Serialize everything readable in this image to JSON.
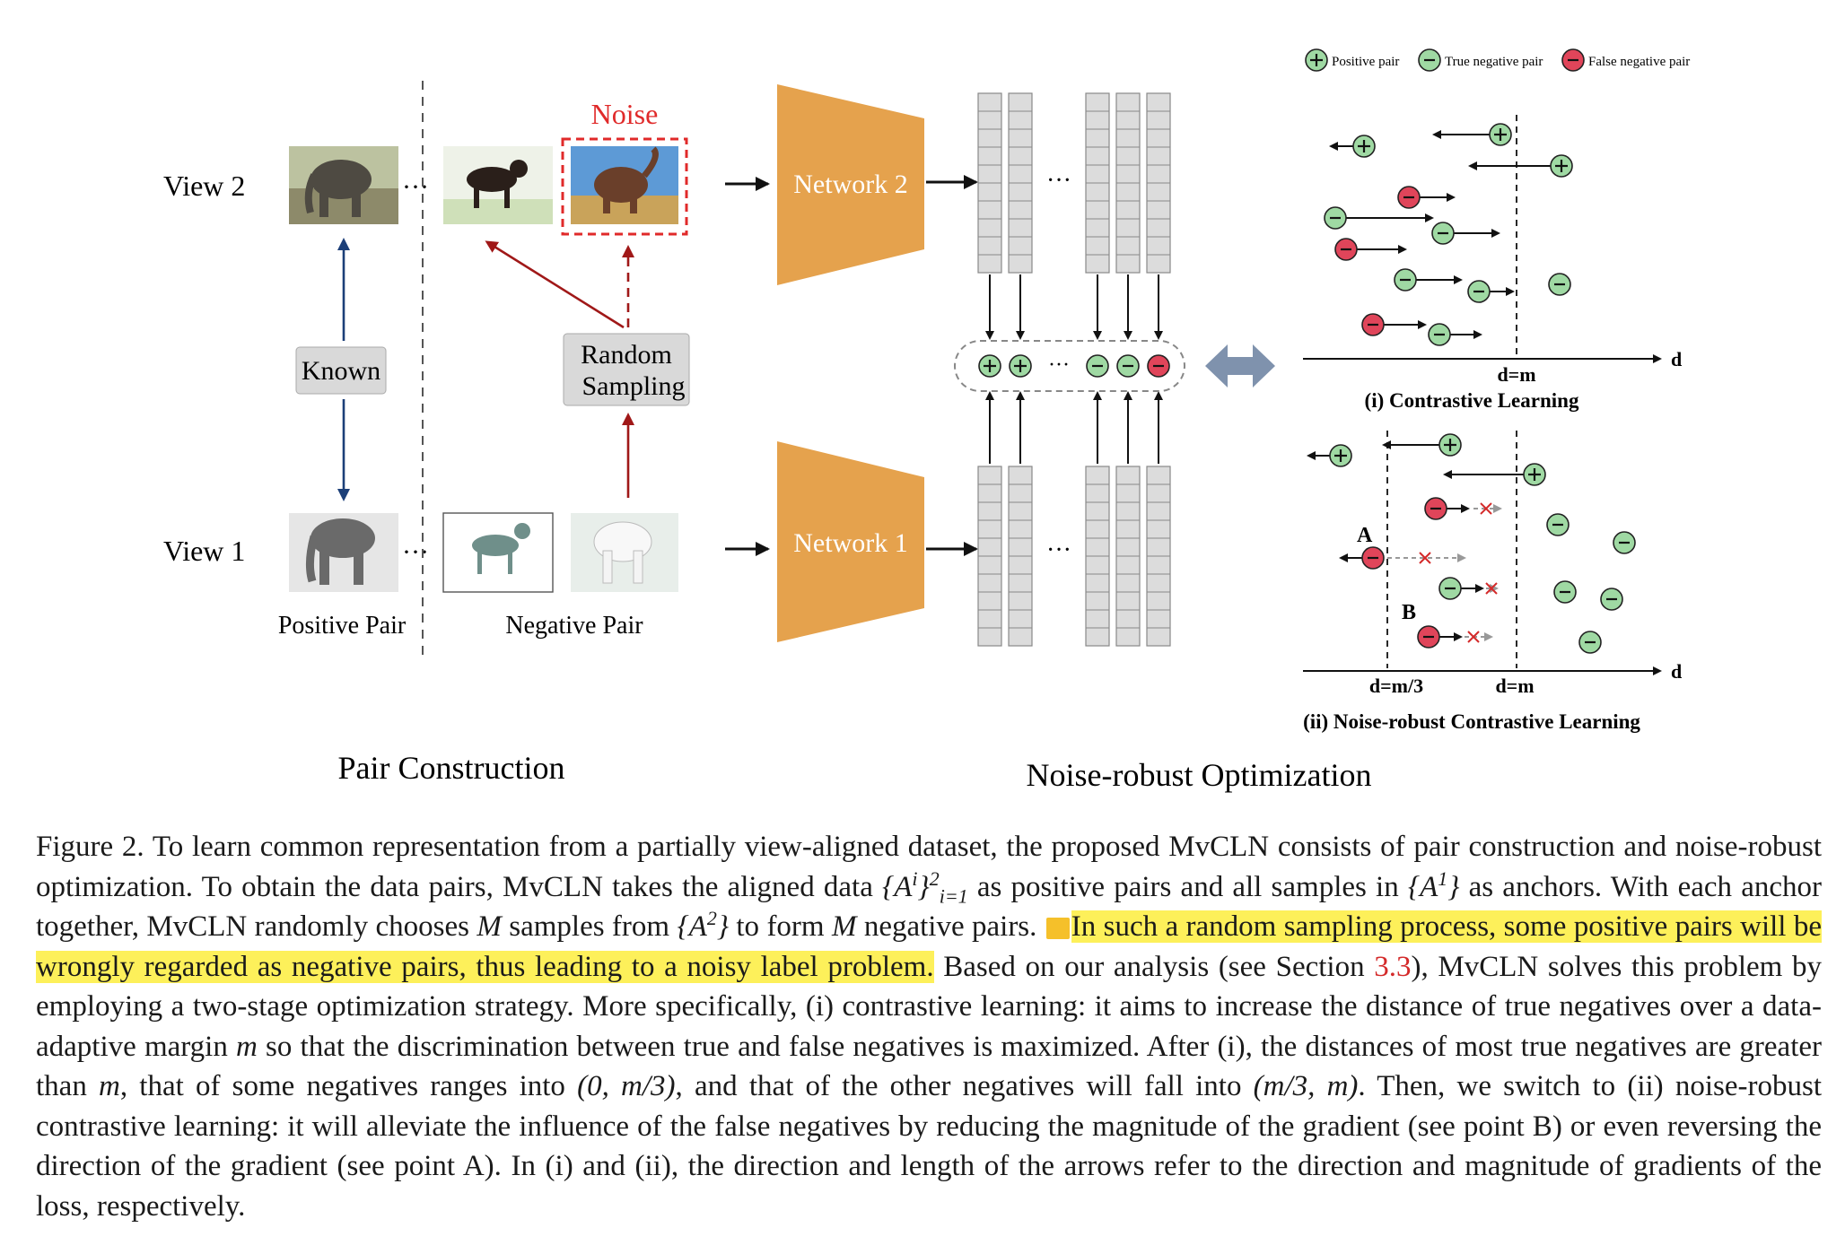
{
  "figure": {
    "pair_construction": {
      "view2_label": "View 2",
      "view1_label": "View 1",
      "known_label": "Known",
      "noise_label": "Noise",
      "random_label_1": "Random",
      "random_label_2": "Sampling",
      "positive_pair_label": "Positive Pair",
      "negative_pair_label": "Negative Pair",
      "section_title": "Pair Construction"
    },
    "networks": {
      "network2_label": "Network 2",
      "network1_label": "Network 1",
      "ellipsis": "···"
    },
    "legend": {
      "positive": "Positive pair",
      "true_negative": "True negative pair",
      "false_negative": "False negative pair"
    },
    "panel_i": {
      "axis_label": "d",
      "margin_label": "d=m",
      "title": "(i) Contrastive Learning"
    },
    "panel_ii": {
      "axis_label": "d",
      "margin_label": "d=m",
      "third_label": "d=m/3",
      "point_a": "A",
      "point_b": "B",
      "title": "(ii) Noise-robust Contrastive Learning"
    },
    "optimization_title": "Noise-robust Optimization",
    "colors": {
      "orange": "#e5a24d",
      "green": "#9fd9a3",
      "red": "#e0455a",
      "dark_red": "#a01818",
      "navy": "#1c3f78"
    }
  },
  "caption": {
    "s1": "Figure 2. To learn common representation from a partially view-aligned dataset, the proposed MvCLN consists of pair construction and noise-robust optimization.  To obtain the data pairs, MvCLN takes the aligned data ",
    "s2": " as positive pairs and all samples in ",
    "s3": " as anchors.  With each anchor together, MvCLN randomly chooses ",
    "s4": " samples from ",
    "s5": " to form ",
    "s6": " negative pairs. ",
    "highlight": "In such a random sampling process, some positive pairs will be wrongly regarded as negative pairs, thus leading to a noisy label problem.",
    "s7": " Based on our analysis (see Section ",
    "section_ref": "3.3",
    "s8": "), MvCLN solves this problem by employing a two-stage optimization strategy. More specifically, (i) contrastive learning: it aims to increase the distance of true negatives over a data-adaptive margin ",
    "s9": " so that the discrimination between true and false negatives is maximized. After (i), the distances of most true negatives are greater than ",
    "s10": ", that of some negatives ranges into ",
    "s11": ", and that of the other negatives will fall into ",
    "s12": ". Then, we switch to (ii) noise-robust contrastive learning: it will alleviate the influence of the false negatives by reducing the magnitude of the gradient (see point B) or even reversing the direction of the gradient (see point A). In (i) and (ii), the direction and length of the arrows refer to the direction and magnitude of gradients of the loss, respectively.",
    "math_aligned": "{A",
    "math_aligned_sup": "i",
    "math_aligned_close": "}",
    "math_aligned_supsub_sup": "2",
    "math_aligned_supsub_sub": "i=1",
    "math_a1": "{A",
    "math_a1_sup": "1",
    "math_a1_close": "}",
    "math_M": "M",
    "math_a2": "{A",
    "math_a2_sup": "2",
    "math_a2_close": "}",
    "math_m": "m",
    "math_range1": "(0, m/3)",
    "math_range2": "(m/3, m)"
  }
}
